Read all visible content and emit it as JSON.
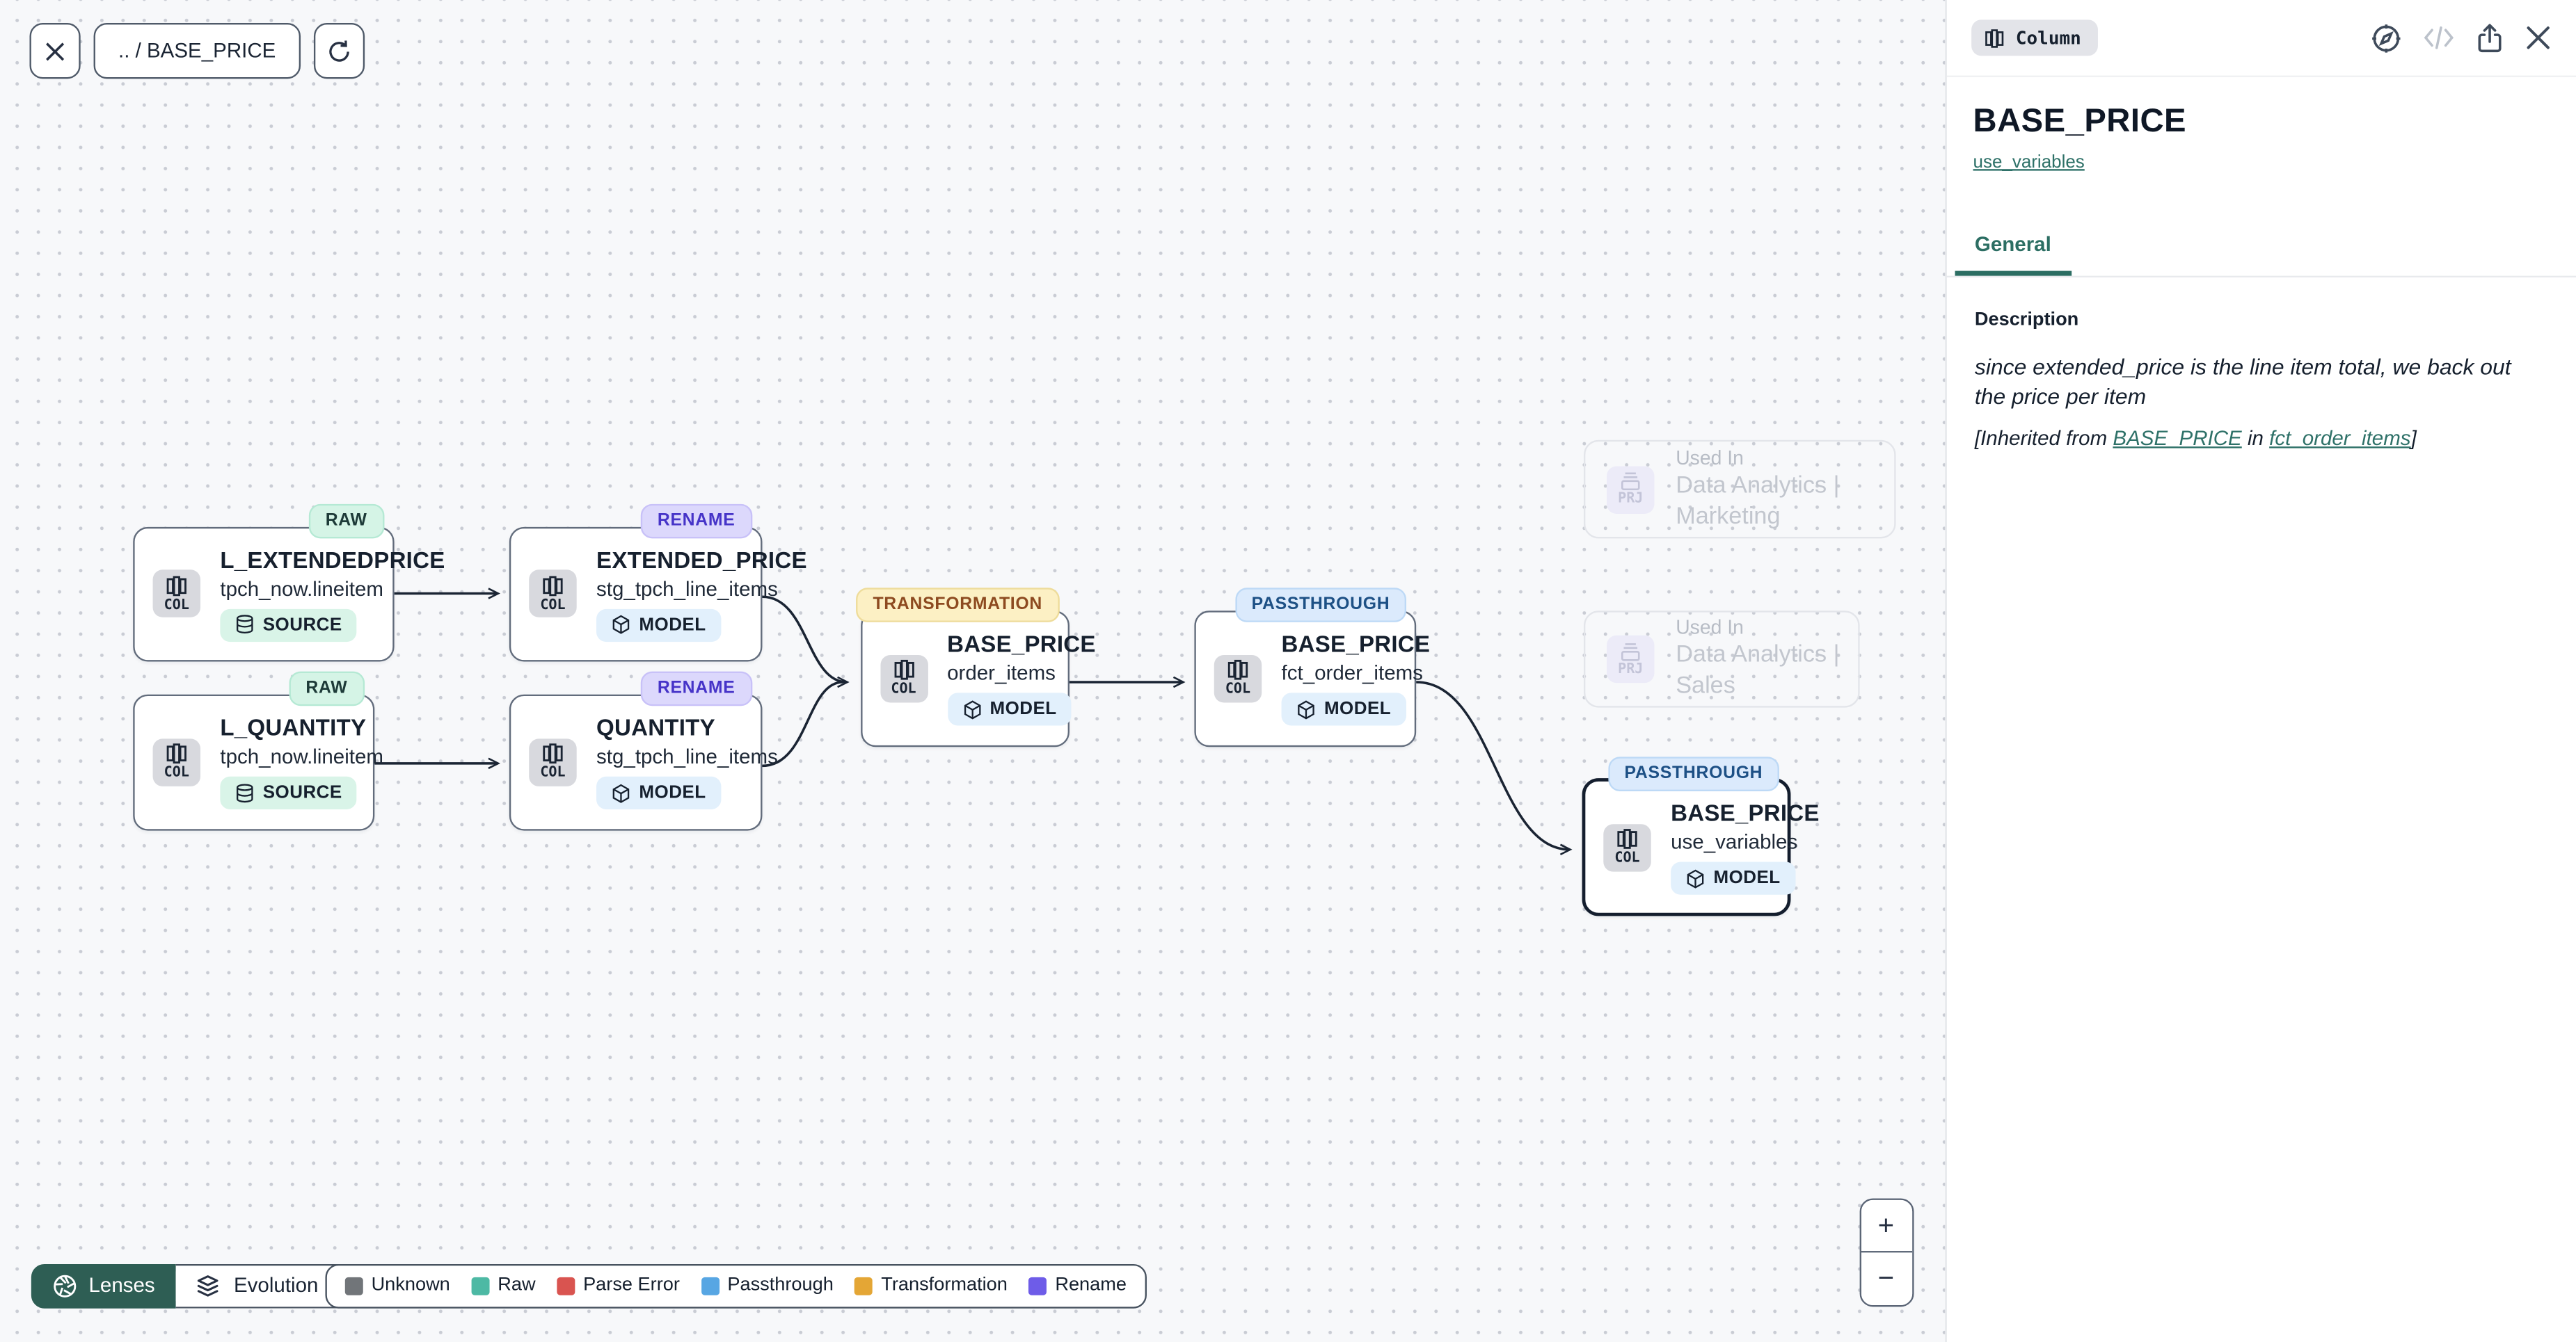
{
  "toolbar": {
    "breadcrumb": ".. / BASE_PRICE"
  },
  "canvas": {
    "nodes": [
      {
        "badge": "RAW",
        "title": "L_EXTENDEDPRICE",
        "subtitle": "tpch_now.lineitem",
        "kind": "SOURCE",
        "chip": "COL",
        "selected": false
      },
      {
        "badge": "RENAME",
        "title": "EXTENDED_PRICE",
        "subtitle": "stg_tpch_line_items",
        "kind": "MODEL",
        "chip": "COL",
        "selected": false
      },
      {
        "badge": "RAW",
        "title": "L_QUANTITY",
        "subtitle": "tpch_now.lineitem",
        "kind": "SOURCE",
        "chip": "COL",
        "selected": false
      },
      {
        "badge": "RENAME",
        "title": "QUANTITY",
        "subtitle": "stg_tpch_line_items",
        "kind": "MODEL",
        "chip": "COL",
        "selected": false
      },
      {
        "badge": "TRANSFORMATION",
        "title": "BASE_PRICE",
        "subtitle": "order_items",
        "kind": "MODEL",
        "chip": "COL",
        "selected": false
      },
      {
        "badge": "PASSTHROUGH",
        "title": "BASE_PRICE",
        "subtitle": "fct_order_items",
        "kind": "MODEL",
        "chip": "COL",
        "selected": false
      },
      {
        "badge": "PASSTHROUGH",
        "title": "BASE_PRICE",
        "subtitle": "use_variables",
        "kind": "MODEL",
        "chip": "COL",
        "selected": true
      }
    ],
    "ghost_nodes": [
      {
        "chip": "PRJ",
        "label": "Used In",
        "name": "Data Analytics | Marketing"
      },
      {
        "chip": "PRJ",
        "label": "Used In",
        "name": "Data Analytics | Sales"
      }
    ]
  },
  "lenses": {
    "button_label": "Lenses",
    "dropdown_label": "Evolution"
  },
  "legend": [
    {
      "label": "Unknown",
      "color": "#717579"
    },
    {
      "label": "Raw",
      "color": "#4db9a4"
    },
    {
      "label": "Parse Error",
      "color": "#d95450"
    },
    {
      "label": "Passthrough",
      "color": "#57a6e3"
    },
    {
      "label": "Transformation",
      "color": "#e4a635"
    },
    {
      "label": "Rename",
      "color": "#6e5ce8"
    }
  ],
  "zoom_controls": {
    "zoom_in": "+",
    "zoom_out": "−"
  },
  "panel": {
    "type_badge": "Column",
    "action_icons": [
      "compass",
      "code",
      "share",
      "close"
    ],
    "title": "BASE_PRICE",
    "subtitle_link": "use_variables",
    "tabs": [
      {
        "label": "General",
        "active": true
      }
    ],
    "description_label": "Description",
    "description_text": "since extended_price is the line item total, we back out the price per item",
    "inherited": {
      "prefix": "[Inherited from ",
      "link1": "BASE_PRICE",
      "middle": " in ",
      "link2": "fct_order_items",
      "suffix": "]"
    }
  },
  "colors": {
    "accent_teal": "#2c6e63",
    "badge_raw_bg": "#d5f4e6",
    "badge_rename_bg": "#dcd8fc",
    "badge_transformation_bg": "#fcf0c4",
    "badge_passthrough_bg": "#dbeafc",
    "kind_source_bg": "#d9f4e8",
    "kind_model_bg": "#e2f0fc",
    "edge": "#1a2433"
  }
}
